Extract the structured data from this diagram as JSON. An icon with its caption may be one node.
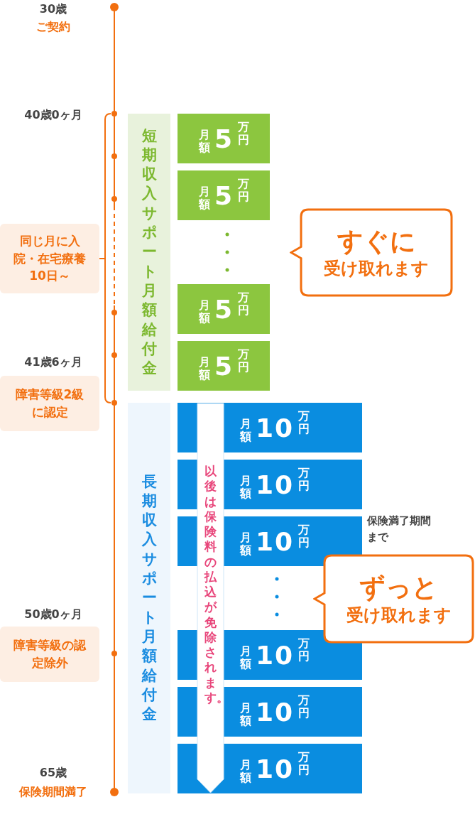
{
  "diagram": {
    "nodes": [
      {
        "text": [
          "短期収入サポート月額給付金"
        ]
      },
      {
        "text": [
          "月額",
          "5",
          "万円"
        ]
      },
      {
        "text": [
          "月額",
          "5",
          "万円"
        ]
      },
      {
        "text": [
          "月額",
          "5",
          "万円"
        ]
      },
      {
        "text": [
          "月額",
          "5",
          "万円"
        ]
      },
      {
        "text": [
          "すぐに",
          "受け取れます"
        ]
      },
      {
        "text": [
          "長期収入サポート月額給付金"
        ]
      },
      {
        "text": [
          "月額",
          "10",
          "万円"
        ]
      },
      {
        "text": [
          "月額",
          "10",
          "万円"
        ]
      },
      {
        "text": [
          "月額",
          "10",
          "万円"
        ]
      },
      {
        "text": [
          "月額",
          "10",
          "万円"
        ]
      },
      {
        "text": [
          "月額",
          "10",
          "万円"
        ]
      },
      {
        "text": [
          "月額",
          "10",
          "万円"
        ]
      },
      {
        "text": [
          "以後は保険料の払込が免除されます。"
        ]
      },
      {
        "text": [
          "ずっと",
          "受け取れます"
        ]
      },
      {
        "text": [
          "同じ月に入院・在宅療養10日～"
        ]
      },
      {
        "text": [
          "障害等級2級に認定"
        ]
      },
      {
        "text": [
          "障害等級の認定除外"
        ]
      },
      {
        "text": [],
        "shape": "bracket"
      }
    ],
    "edges": [
      {
        "from": 15,
        "to": 18,
        "arrow": "none"
      }
    ],
    "labels": [
      "30歳",
      "ご契約",
      "40歳0ヶ月",
      "41歳6ヶ月",
      "50歳0ヶ月",
      "65歳",
      "保険期間満了",
      "保険満了期間まで"
    ]
  }
}
